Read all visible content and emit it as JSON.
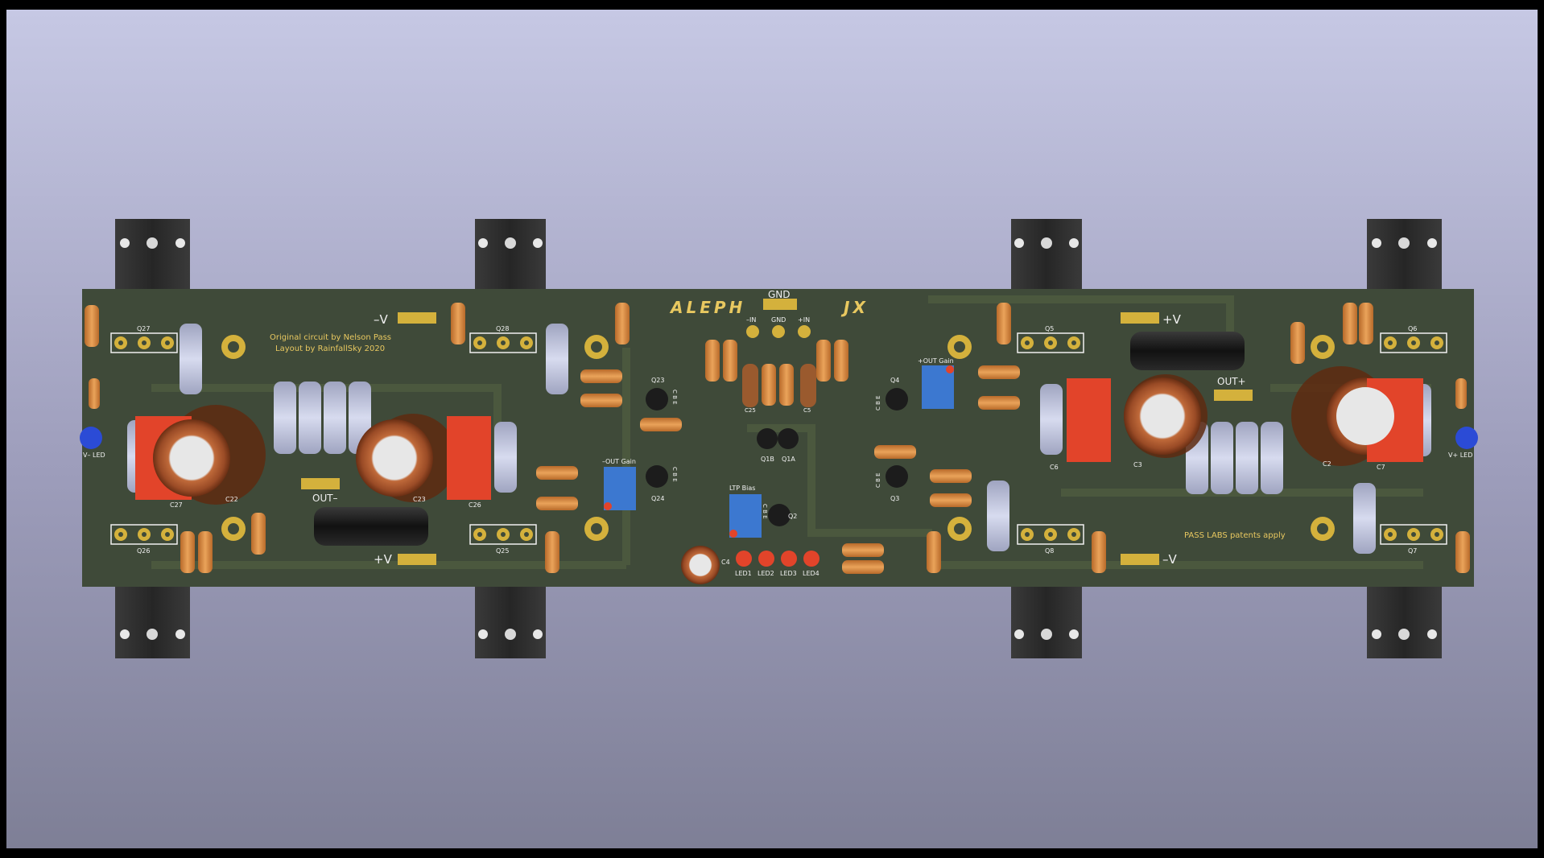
{
  "board": {
    "logo_left": "ALEPH",
    "logo_right": "JX",
    "credit_line1": "Original circuit by Nelson Pass",
    "credit_line2": "Layout by RainfallSky  2020",
    "patent": "PASS LABS patents apply",
    "colors": {
      "pcb": "#3f4a39",
      "silk": "#f0f0f0",
      "gold": "#d4b13c",
      "heatsink": "#2b2b2b"
    }
  },
  "power_labels": {
    "neg_v_top_left": "–V",
    "pos_v_top_right": "+V",
    "pos_v_bottom_left": "+V",
    "neg_v_bottom_right": "–V",
    "out_minus": "OUT–",
    "out_plus": "OUT+",
    "gnd_top": "GND"
  },
  "input_pads": {
    "minus_in": "–IN",
    "gnd": "GND",
    "plus_in": "+IN"
  },
  "transistors": {
    "q27": "Q27",
    "q28": "Q28",
    "q26": "Q26",
    "q25": "Q25",
    "q5": "Q5",
    "q6": "Q6",
    "q8": "Q8",
    "q7": "Q7",
    "q23": "Q23",
    "q24": "Q24",
    "q4": "Q4",
    "q3": "Q3",
    "q1b": "Q1B",
    "q1a": "Q1A",
    "q2": "Q2",
    "cbe": "C B E"
  },
  "capacitors": {
    "c27": "C27",
    "c22": "C22",
    "c23": "C23",
    "c26": "C26",
    "c6": "C6",
    "c3": "C3",
    "c2": "C2",
    "c7": "C7",
    "c4": "C4",
    "c25": "C25",
    "c5": "C5"
  },
  "trimmers": {
    "neg_out_gain": "–OUT Gain",
    "pos_out_gain": "+OUT Gain",
    "ltp_bias": "LTP Bias"
  },
  "leds": {
    "led1": "LED1",
    "led2": "LED2",
    "led3": "LED3",
    "led4": "LED4",
    "v_minus_led": "V– LED",
    "v_plus_led": "V+ LED"
  }
}
